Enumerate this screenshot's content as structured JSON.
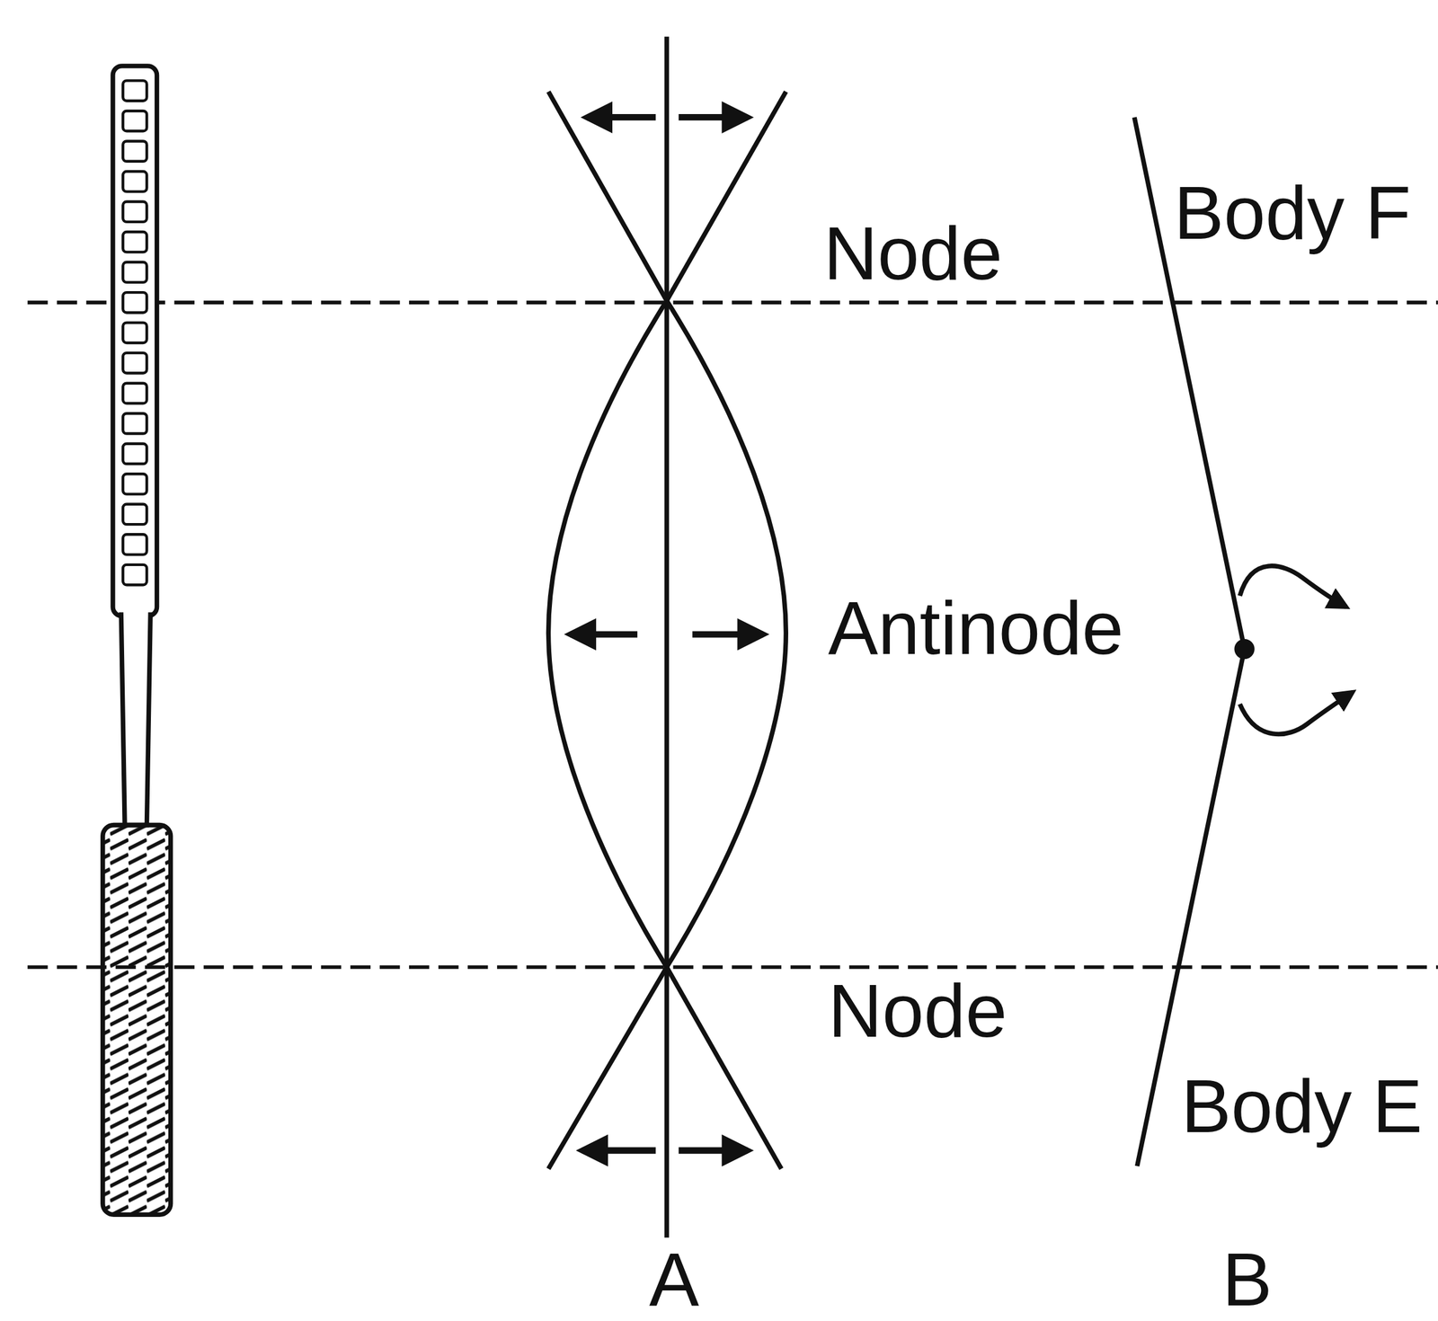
{
  "diagram": {
    "labels": [
      "Body F",
      "Node",
      "Antinode",
      "Node",
      "Body E",
      "A",
      "B"
    ]
  }
}
